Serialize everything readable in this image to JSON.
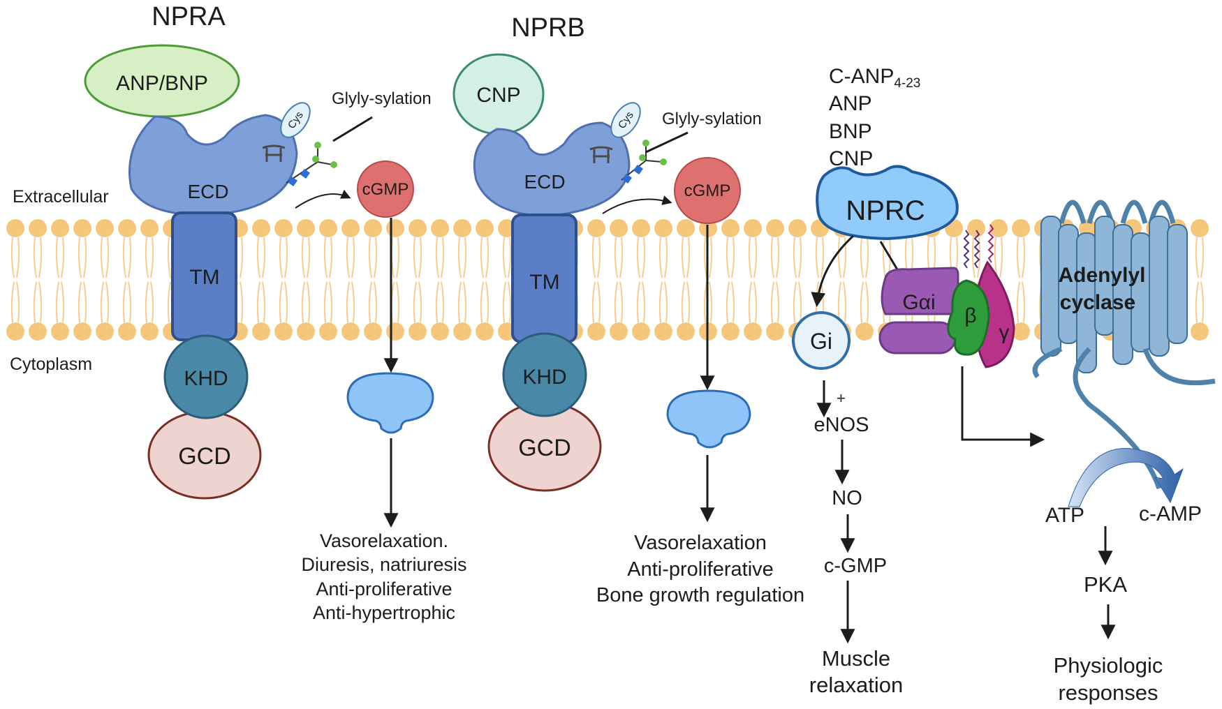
{
  "receptors": {
    "npra": {
      "title": "NPRA",
      "ligand": "ANP/BNP",
      "ecd": "ECD",
      "tm": "TM",
      "khd": "KHD",
      "gcd": "GCD",
      "cys": "Cys",
      "glycosylation": "Glyly-sylation",
      "second_messenger": "cGMP",
      "effects": [
        "Vasorelaxation.",
        "Diuresis, natriuresis",
        "Anti-proliferative",
        "Anti-hypertrophic"
      ]
    },
    "nprb": {
      "title": "NPRB",
      "ligand": "CNP",
      "ecd": "ECD",
      "tm": "TM",
      "khd": "KHD",
      "gcd": "GCD",
      "cys": "Cys",
      "glycosylation": "Glyly-sylation",
      "second_messenger": "cGMP",
      "effects": [
        "Vasorelaxation",
        "Anti-proliferative",
        "Bone growth regulation"
      ]
    },
    "nprc": {
      "title": "NPRC",
      "ligands": {
        "c_anp_main": "C-ANP",
        "c_anp_sub": "4-23",
        "anp": "ANP",
        "bnp": "BNP",
        "cnp": "CNP"
      },
      "gi": "Gi",
      "plus": "+",
      "pathway": [
        "eNOS",
        "NO",
        "c-GMP"
      ],
      "outcome_line1": "Muscle",
      "outcome_line2": "relaxation",
      "g_alpha": "Gαi",
      "g_beta": "β",
      "g_gamma": "γ"
    }
  },
  "adenylyl": {
    "line1": "Adenylyl",
    "line2": "cyclase",
    "atp": "ATP",
    "camp": "c-AMP",
    "pka": "PKA",
    "response_line1": "Physiologic",
    "response_line2": "responses"
  },
  "membrane": {
    "extracellular": "Extracellular",
    "cytoplasm": "Cytoplasm"
  }
}
